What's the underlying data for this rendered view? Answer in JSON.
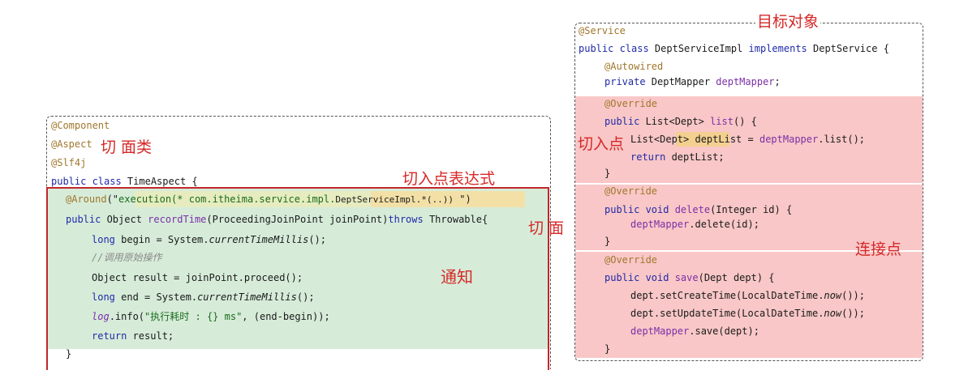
{
  "colors": {
    "annotation_red": "#d62828",
    "advice_green": "#d6ecd9",
    "joinpoint_pink": "#f9c7c7",
    "pointcut_yellow": "#f3e0a6",
    "keyword_blue": "#1f2aa8",
    "annotation_tan": "#a0772b"
  },
  "labels": {
    "target_object": "目标对象",
    "aspect_class": "切 面类",
    "pointcut_expression": "切入点表达式",
    "pointcut": "切入点",
    "aspect": "切 面",
    "advice": "通知",
    "join_point": "连接点"
  },
  "aspect_code": {
    "l1": "@Component",
    "l2": "@Aspect",
    "l3": "@Slf4j",
    "l4_kw": "public class",
    "l4_rest": " TimeAspect {",
    "around_ann": "@Around",
    "around_paren_open": "(\"",
    "around_expr": "execution(* com.itheima.service.impl.",
    "around_expr_tail": "DeptServiceImpl.*(..))",
    "around_close": " \")",
    "sig_kw": "public",
    "sig_type": " Object ",
    "sig_name": "recordTime",
    "sig_params": "(ProceedingJoinPoint joinPoint)",
    "sig_throws": "throws",
    "sig_exc": " Throwable{",
    "begin_kw": "long",
    "begin_pre": " begin = System.",
    "begin_fn": "currentTimeMillis",
    "begin_post": "();",
    "comment": "//调用原始操作",
    "result_line": "Object result = joinPoint.proceed();",
    "end_kw": "long",
    "end_pre": " end = System.",
    "end_fn": "currentTimeMillis",
    "end_post": "();",
    "log_var": "log",
    "log_pre": ".info(",
    "log_str": "\"执行耗时 : {} ms\"",
    "log_post": ", (end-begin));",
    "ret_kw": "return",
    "ret_rest": " result;",
    "close": "}"
  },
  "target_code": {
    "l1": "@Service",
    "l2_kw1": "public class",
    "l2_name": " DeptServiceImpl ",
    "l2_kw2": "implements",
    "l2_rest": " DeptService {",
    "autowired": "@Autowired",
    "field_kw": "private",
    "field_type": " DeptMapper ",
    "field_name": "deptMapper",
    "field_end": ";",
    "override1": "@Override",
    "list_kw": "public",
    "list_type": " List<Dept> ",
    "list_fn": "list",
    "list_end": "() {",
    "list_body_pre": "List<Dept> ",
    "list_body_var": "deptList",
    "list_body_mid": " = ",
    "list_body_call": "deptMapper",
    "list_body_post": ".list();",
    "list_ret_kw": "return",
    "list_ret_rest": " deptList;",
    "close1": "}",
    "override2": "@Override",
    "del_kw": "public void",
    "del_fn": " delete",
    "del_params": "(Integer id) {",
    "del_body_var": "deptMapper",
    "del_body_post": ".delete(id);",
    "close2": "}",
    "override3": "@Override",
    "save_kw": "public void",
    "save_fn": " save",
    "save_params": "(Dept dept) {",
    "save_l1": "dept.setCreateTime(LocalDateTime.",
    "save_l1_fn": "now",
    "save_l1_end": "());",
    "save_l2": "dept.setUpdateTime(LocalDateTime.",
    "save_l2_fn": "now",
    "save_l2_end": "());",
    "save_l3_var": "deptMapper",
    "save_l3_post": ".save(dept);",
    "close3": "}"
  }
}
